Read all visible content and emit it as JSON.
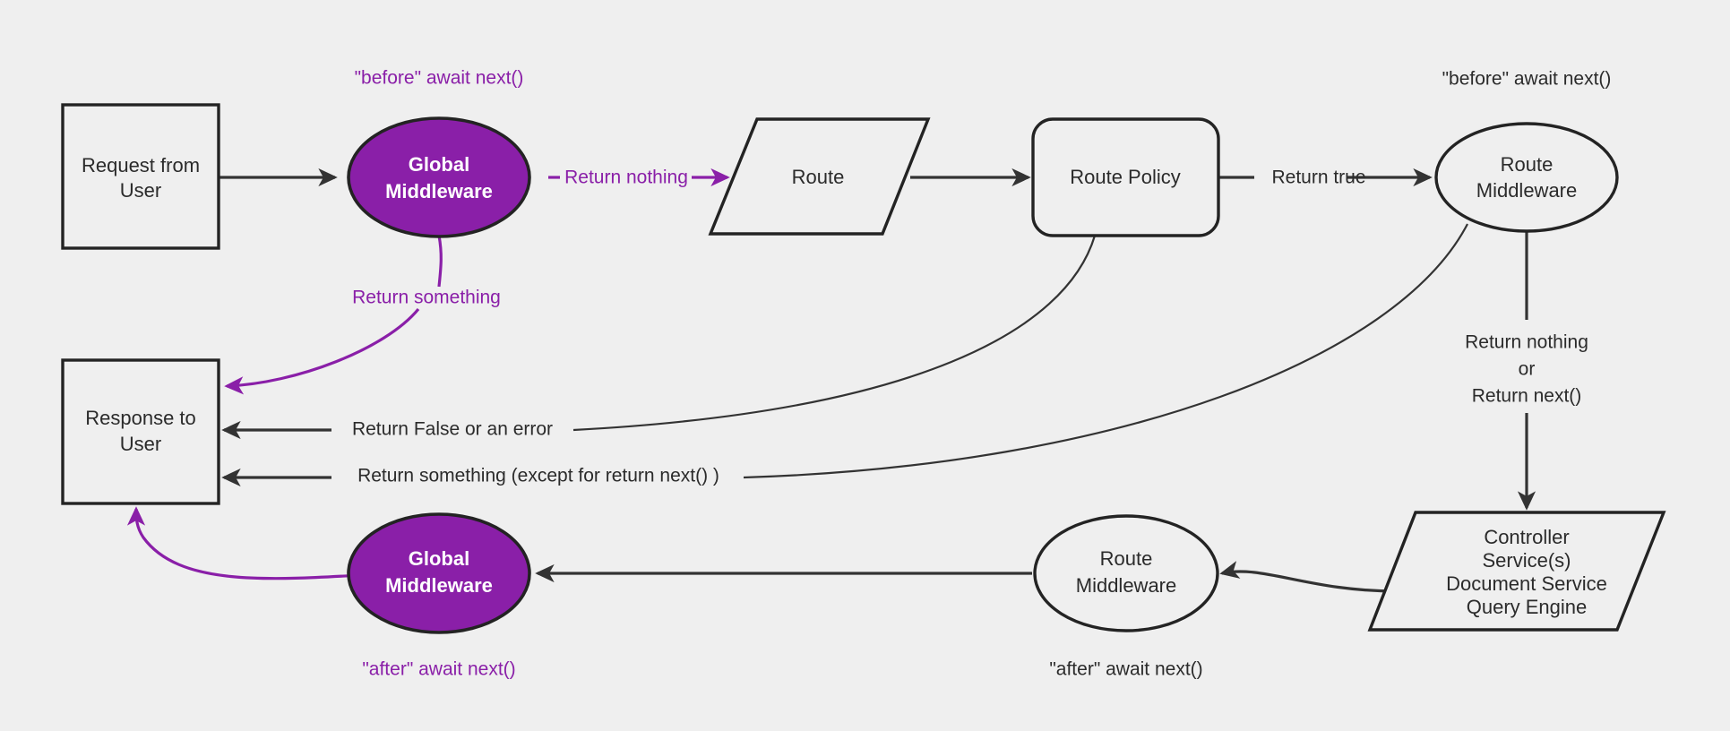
{
  "diagram": {
    "title": "Request / Middleware / Response lifecycle flowchart",
    "background_color": "#efefef",
    "accent_color": "#8a1fa8",
    "line_color": "#333333",
    "nodes": [
      {
        "id": "request",
        "label_line1": "Request from",
        "label_line2": "User",
        "shape": "rectangle"
      },
      {
        "id": "global-mw-before",
        "label_line1": "Global",
        "label_line2": "Middleware",
        "shape": "ellipse",
        "filled": true
      },
      {
        "id": "route",
        "label_line1": "Route",
        "label_line2": "",
        "shape": "parallelogram"
      },
      {
        "id": "route-policy",
        "label_line1": "Route Policy",
        "label_line2": "",
        "shape": "rounded-rectangle"
      },
      {
        "id": "route-mw-before",
        "label_line1": "Route",
        "label_line2": "Middleware",
        "shape": "ellipse"
      },
      {
        "id": "controller",
        "label_line1": "Controller",
        "label_line2": "Service(s)",
        "label_line3": "Document Service",
        "label_line4": "Query Engine",
        "shape": "parallelogram"
      },
      {
        "id": "route-mw-after",
        "label_line1": "Route",
        "label_line2": "Middleware",
        "shape": "ellipse"
      },
      {
        "id": "global-mw-after",
        "label_line1": "Global",
        "label_line2": "Middleware",
        "shape": "ellipse",
        "filled": true
      },
      {
        "id": "response",
        "label_line1": "Response to",
        "label_line2": "User",
        "shape": "rectangle"
      }
    ],
    "annotations": [
      {
        "id": "anno-before-global",
        "text": "\"before\" await next()",
        "color": "purple"
      },
      {
        "id": "anno-before-route",
        "text": "\"before\" await next()",
        "color": "dark"
      },
      {
        "id": "anno-after-global",
        "text": "\"after\" await next()",
        "color": "purple"
      },
      {
        "id": "anno-after-route",
        "text": "\"after\" await next()",
        "color": "dark"
      }
    ],
    "edge_labels": [
      {
        "id": "return-nothing",
        "text": "Return nothing",
        "color": "purple"
      },
      {
        "id": "return-something",
        "text": "Return something",
        "color": "purple"
      },
      {
        "id": "return-true",
        "text": "Return true",
        "color": "dark"
      },
      {
        "id": "return-false-or-error",
        "text": "Return False or an error",
        "color": "dark"
      },
      {
        "id": "return-something-except",
        "text": "Return something (except for return next() )",
        "color": "dark"
      },
      {
        "id": "return-nothing-or-1",
        "text": "Return nothing",
        "color": "dark"
      },
      {
        "id": "return-nothing-or-2",
        "text": "or",
        "color": "dark"
      },
      {
        "id": "return-nothing-or-3",
        "text": "Return next()",
        "color": "dark"
      }
    ]
  }
}
